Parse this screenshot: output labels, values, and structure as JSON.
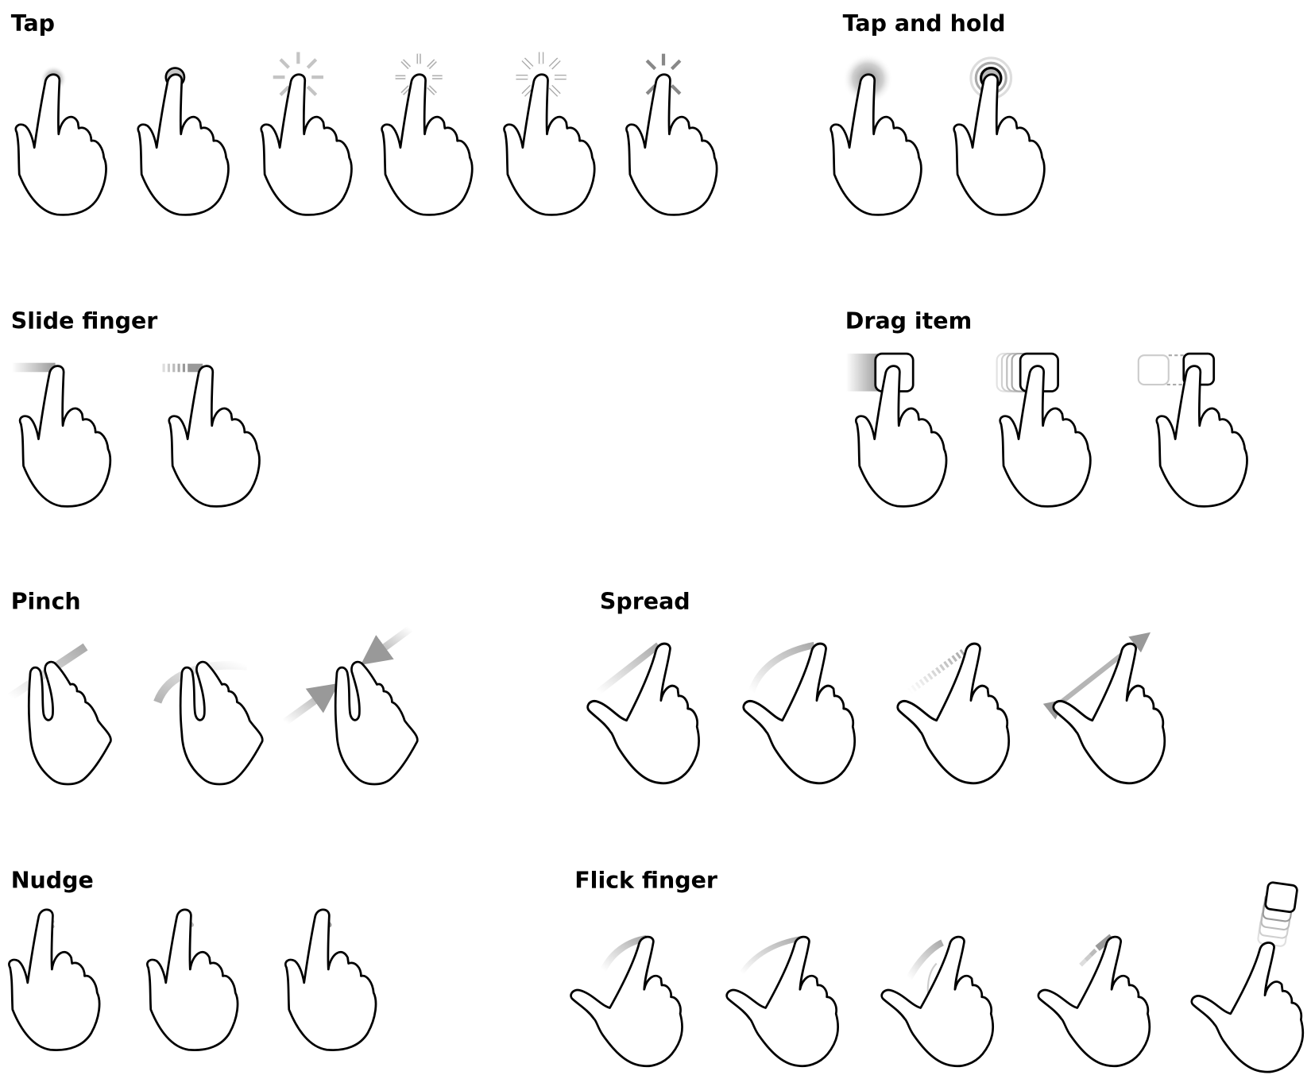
{
  "sections": {
    "tap": {
      "title": "Tap"
    },
    "tap_and_hold": {
      "title": "Tap and hold"
    },
    "slide_finger": {
      "title": "Slide finger"
    },
    "drag_item": {
      "title": "Drag item"
    },
    "pinch": {
      "title": "Pinch"
    },
    "spread": {
      "title": "Spread"
    },
    "nudge": {
      "title": "Nudge"
    },
    "flick_finger": {
      "title": "Flick finger"
    }
  },
  "colors": {
    "stroke": "#000000",
    "effect": "#9a9a9a",
    "effect_light": "#cfcfcf"
  }
}
